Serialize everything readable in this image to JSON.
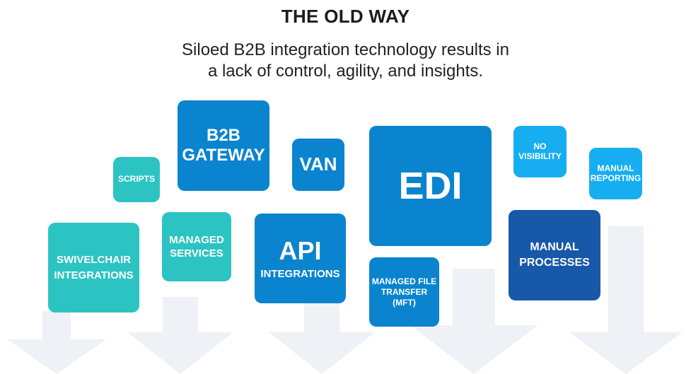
{
  "header": {
    "title": "THE OLD WAY",
    "subtitle_line1": "Siloed B2B integration technology results in",
    "subtitle_line2": "a lack of control, agility, and insights."
  },
  "colors": {
    "teal": "#2cc4c2",
    "blue": "#0a84cf",
    "sky": "#16aef0",
    "navy": "#1858a8",
    "arrow": "#eef1f5"
  },
  "tiles": {
    "scripts": {
      "line1": "SCRIPTS"
    },
    "b2b_gateway": {
      "line1": "B2B",
      "line2": "GATEWAY"
    },
    "van": {
      "line1": "VAN"
    },
    "edi": {
      "line1": "EDI"
    },
    "no_visibility": {
      "line1": "NO",
      "line2": "VISIBILITY"
    },
    "manual_reporting": {
      "line1": "MANUAL",
      "line2": "REPORTING"
    },
    "swivelchair": {
      "line1": "SWIVELCHAIR",
      "line2": "INTEGRATIONS"
    },
    "managed_services": {
      "line1": "MANAGED",
      "line2": "SERVICES"
    },
    "api": {
      "line1": "API",
      "line2": "INTEGRATIONS"
    },
    "mft": {
      "line1": "MANAGED FILE",
      "line2": "TRANSFER",
      "line3": "(MFT)"
    },
    "manual_processes": {
      "line1": "MANUAL",
      "line2": "PROCESSES"
    }
  }
}
